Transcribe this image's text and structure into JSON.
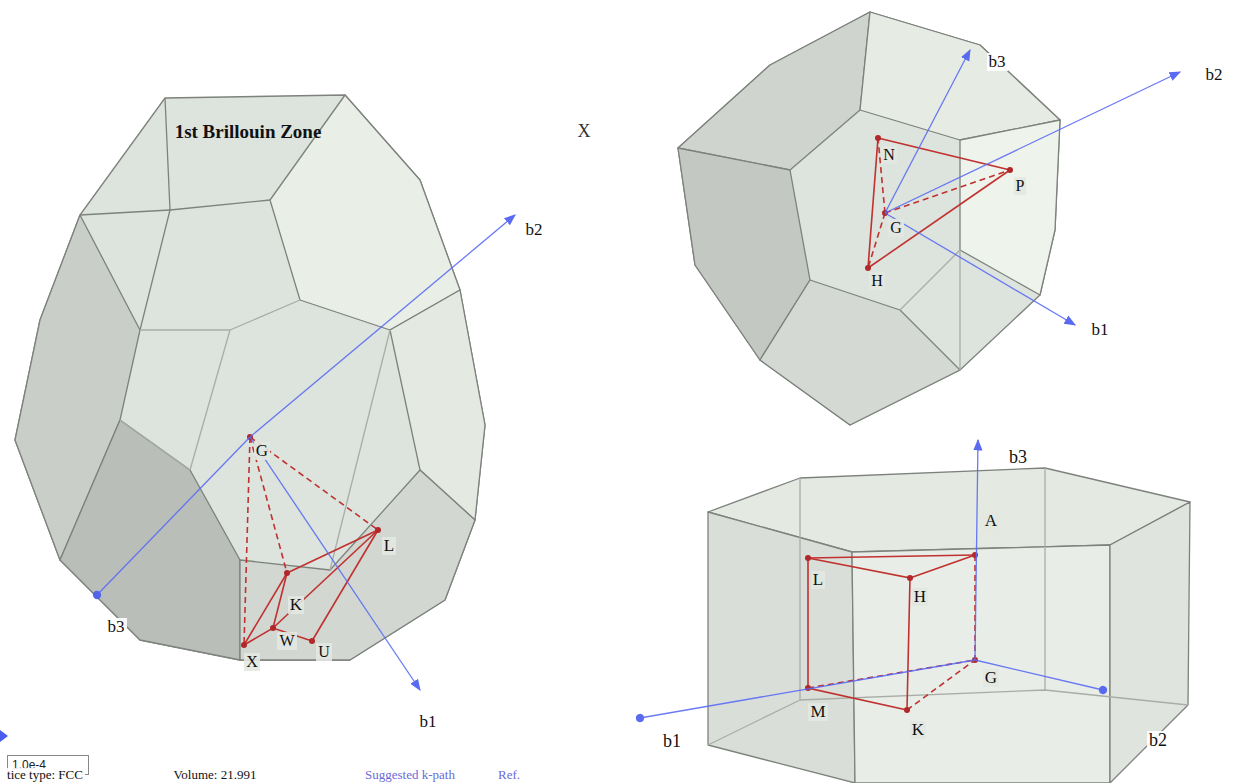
{
  "diagram": {
    "title": "1st Brillouin Zone",
    "labels": [
      "X",
      "b2",
      "G",
      "K",
      "L",
      "b3",
      "X",
      "W",
      "U",
      "b1",
      "1.0e-4",
      "tice type: FCC",
      "Volume: 21.991",
      "Suggested k-path",
      "Ref.",
      "b3",
      "b2",
      "N",
      "P",
      "G",
      "H",
      "b1",
      "b3",
      "A",
      "L",
      "H",
      "G",
      "M",
      "K",
      "b1",
      "b2"
    ]
  }
}
